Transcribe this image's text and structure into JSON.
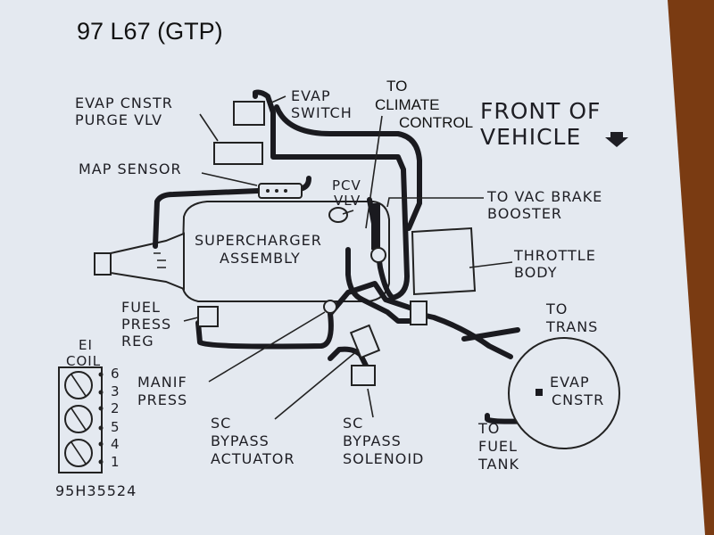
{
  "title": "97 L67 (GTP)",
  "front_of_vehicle": [
    "FRONT OF",
    "VEHICLE"
  ],
  "handwritten_to_climate_control": [
    "TO",
    "CLIMATE",
    "CONTROL"
  ],
  "labels": {
    "evap_cnstr_purge_vlv": [
      "EVAP CNSTR",
      "PURGE VLV"
    ],
    "evap_switch": [
      "EVAP",
      "SWITCH"
    ],
    "map_sensor": "MAP SENSOR",
    "pcv_vlv": [
      "PCV",
      "VLV"
    ],
    "to_vac_brake_booster": [
      "TO VAC BRAKE",
      "BOOSTER"
    ],
    "supercharger_assembly": [
      "SUPERCHARGER",
      "ASSEMBLY"
    ],
    "throttle_body": [
      "THROTTLE",
      "BODY"
    ],
    "fuel_press_reg": [
      "FUEL",
      "PRESS",
      "REG"
    ],
    "to_trans": [
      "TO",
      "TRANS"
    ],
    "ei_coil": [
      "EI",
      "COIL"
    ],
    "manif_press": [
      "MANIF",
      "PRESS"
    ],
    "evap_cnstr": [
      "EVAP",
      "CNSTR"
    ],
    "sc_bypass_actuator": [
      "SC",
      "BYPASS",
      "ACTUATOR"
    ],
    "sc_bypass_solenoid": [
      "SC",
      "BYPASS",
      "SOLENOID"
    ],
    "to_fuel_tank": [
      "TO",
      "FUEL",
      "TANK"
    ]
  },
  "coil_numbers": [
    "6",
    "3",
    "2",
    "5",
    "4",
    "1"
  ],
  "part_number": "95H35524",
  "colors": {
    "paper": "#e4e9f0",
    "ink": "#1e1e24",
    "background": "#7a3b12"
  }
}
